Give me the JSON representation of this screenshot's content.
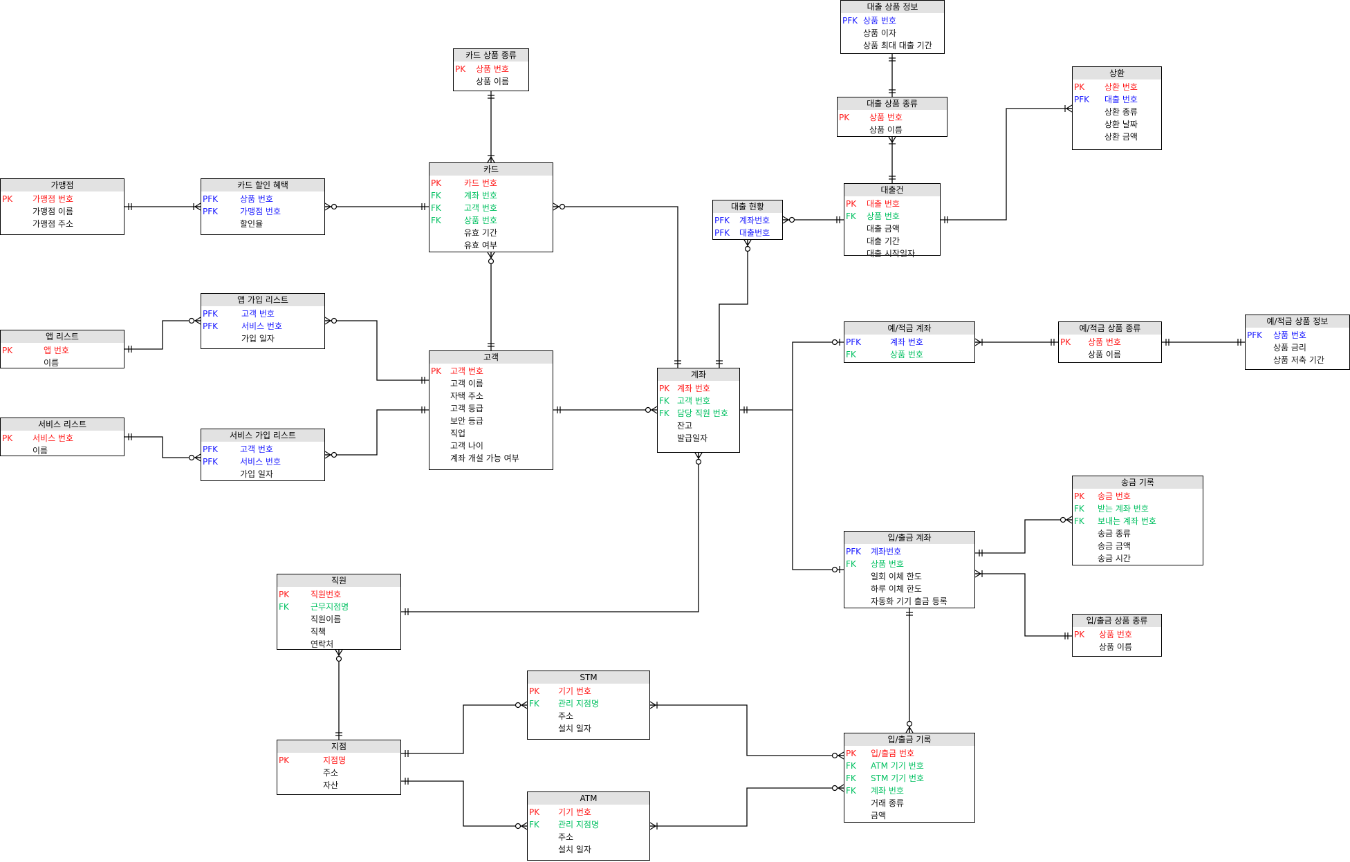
{
  "diagram_title": "",
  "colors": {
    "pk": "#ff1a1a",
    "pfk": "#1a1aff",
    "fk": "#00c060",
    "header_bg": "#e2e2e2",
    "line": "#000000"
  },
  "entities": {
    "franchise": {
      "title": "가맹점",
      "rows": [
        {
          "key": "PK",
          "name": "가맹점 번호"
        },
        {
          "key": "",
          "name": "가맹점 이름"
        },
        {
          "key": "",
          "name": "가맹점 주소"
        }
      ]
    },
    "card_discount": {
      "title": "카드 할인 혜택",
      "rows": [
        {
          "key": "PFK",
          "name": "상품 번호"
        },
        {
          "key": "PFK",
          "name": "가맹점 번호"
        },
        {
          "key": "",
          "name": "할인율"
        }
      ]
    },
    "card_product_type": {
      "title": "카드 상품 종류",
      "rows": [
        {
          "key": "PK",
          "name": "상품 번호"
        },
        {
          "key": "",
          "name": "상품 이름"
        }
      ]
    },
    "card": {
      "title": "카드",
      "rows": [
        {
          "key": "PK",
          "name": "카드 번호"
        },
        {
          "key": "FK",
          "name": "계좌 번호"
        },
        {
          "key": "FK",
          "name": "고객 번호"
        },
        {
          "key": "FK",
          "name": "상품 번호"
        },
        {
          "key": "",
          "name": "유효 기간"
        },
        {
          "key": "",
          "name": "유효 여부"
        }
      ]
    },
    "app_list": {
      "title": "앱 리스트",
      "rows": [
        {
          "key": "PK",
          "name": "앱 번호"
        },
        {
          "key": "",
          "name": "이름"
        }
      ]
    },
    "app_signup": {
      "title": "앱 가입 리스트",
      "rows": [
        {
          "key": "PFK",
          "name": "고객 번호"
        },
        {
          "key": "PFK",
          "name": "서비스 번호"
        },
        {
          "key": "",
          "name": "가입 일자"
        }
      ]
    },
    "service_list": {
      "title": "서비스 리스트",
      "rows": [
        {
          "key": "PK",
          "name": "서비스 번호"
        },
        {
          "key": "",
          "name": "이름"
        }
      ]
    },
    "service_signup": {
      "title": "서비스 가입 리스트",
      "rows": [
        {
          "key": "PFK",
          "name": "고객 번호"
        },
        {
          "key": "PFK",
          "name": "서비스 번호"
        },
        {
          "key": "",
          "name": "가입 일자"
        }
      ]
    },
    "customer": {
      "title": "고객",
      "rows": [
        {
          "key": "PK",
          "name": "고객 번호"
        },
        {
          "key": "",
          "name": "고객 이름"
        },
        {
          "key": "",
          "name": "자택 주소"
        },
        {
          "key": "",
          "name": "고객 등급"
        },
        {
          "key": "",
          "name": "보안 등급"
        },
        {
          "key": "",
          "name": "직업"
        },
        {
          "key": "",
          "name": "고객 나이"
        },
        {
          "key": "",
          "name": "계좌 개설 가능 여부"
        }
      ]
    },
    "account": {
      "title": "계좌",
      "rows": [
        {
          "key": "PK",
          "name": "계좌 번호"
        },
        {
          "key": "FK",
          "name": "고객 번호"
        },
        {
          "key": "FK",
          "name": "담당 직원 번호"
        },
        {
          "key": "",
          "name": "잔고"
        },
        {
          "key": "",
          "name": "발급일자"
        }
      ]
    },
    "loan_status": {
      "title": "대출 현황",
      "rows": [
        {
          "key": "PFK",
          "name": "계좌번호"
        },
        {
          "key": "PFK",
          "name": "대출번호"
        }
      ]
    },
    "loan_product_info": {
      "title": "대출 상품 정보",
      "rows": [
        {
          "key": "PFK",
          "name": "상품 번호"
        },
        {
          "key": "",
          "name": "상품 이자"
        },
        {
          "key": "",
          "name": "상품 최대 대출 기간"
        }
      ]
    },
    "loan_product_type": {
      "title": "대출 상품 종류",
      "rows": [
        {
          "key": "PK",
          "name": "상품 번호"
        },
        {
          "key": "",
          "name": "상품 이름"
        }
      ]
    },
    "loan": {
      "title": "대출건",
      "rows": [
        {
          "key": "PK",
          "name": "대출 번호"
        },
        {
          "key": "FK",
          "name": "상품 번호"
        },
        {
          "key": "",
          "name": "대출 금액"
        },
        {
          "key": "",
          "name": "대출 기간"
        },
        {
          "key": "",
          "name": "대출 시작일자"
        }
      ]
    },
    "repayment": {
      "title": "상환",
      "rows": [
        {
          "key": "PK",
          "name": "상환 번호"
        },
        {
          "key": "PFK",
          "name": "대출 번호"
        },
        {
          "key": "",
          "name": "상환 종류"
        },
        {
          "key": "",
          "name": "상환 날짜"
        },
        {
          "key": "",
          "name": "상환 금액"
        }
      ]
    },
    "savings_account": {
      "title": "예/적금 계좌",
      "rows": [
        {
          "key": "PFK",
          "name": "계좌 번호"
        },
        {
          "key": "FK",
          "name": "상품 번호"
        }
      ]
    },
    "savings_product_type": {
      "title": "예/적금 상품 종류",
      "rows": [
        {
          "key": "PK",
          "name": "상품 번호"
        },
        {
          "key": "",
          "name": "상품 이름"
        }
      ]
    },
    "savings_product_info": {
      "title": "예/적금 상품 정보",
      "rows": [
        {
          "key": "PFK",
          "name": "상품 번호"
        },
        {
          "key": "",
          "name": "상품 금리"
        },
        {
          "key": "",
          "name": "상품 저축 기간"
        }
      ]
    },
    "transfer_record": {
      "title": "송금 기록",
      "rows": [
        {
          "key": "PK",
          "name": "송금 번호"
        },
        {
          "key": "FK",
          "name": "받는 계좌 번호"
        },
        {
          "key": "FK",
          "name": "보내는 계좌 번호"
        },
        {
          "key": "",
          "name": "송금 종류"
        },
        {
          "key": "",
          "name": "송금 금액"
        },
        {
          "key": "",
          "name": "송금 시간"
        }
      ]
    },
    "checking_account": {
      "title": "입/출금 계좌",
      "rows": [
        {
          "key": "PFK",
          "name": "계좌번호"
        },
        {
          "key": "FK",
          "name": "상품 번호"
        },
        {
          "key": "",
          "name": "일회 이체 한도"
        },
        {
          "key": "",
          "name": "하루 이체 한도"
        },
        {
          "key": "",
          "name": "자동화 기기 출금 등록"
        }
      ]
    },
    "checking_product_type": {
      "title": "입/출금 상품 종류",
      "rows": [
        {
          "key": "PK",
          "name": "상품 번호"
        },
        {
          "key": "",
          "name": "상품 이름"
        }
      ]
    },
    "employee": {
      "title": "직원",
      "rows": [
        {
          "key": "PK",
          "name": "직원번호"
        },
        {
          "key": "FK",
          "name": "근무지점명"
        },
        {
          "key": "",
          "name": "직원이름"
        },
        {
          "key": "",
          "name": "직책"
        },
        {
          "key": "",
          "name": "연락처"
        }
      ]
    },
    "branch": {
      "title": "지점",
      "rows": [
        {
          "key": "PK",
          "name": "지점명"
        },
        {
          "key": "",
          "name": "주소"
        },
        {
          "key": "",
          "name": "자산"
        }
      ]
    },
    "stm": {
      "title": "STM",
      "rows": [
        {
          "key": "PK",
          "name": "기기 번호"
        },
        {
          "key": "FK",
          "name": "관리 지점명"
        },
        {
          "key": "",
          "name": "주소"
        },
        {
          "key": "",
          "name": "설치 일자"
        }
      ]
    },
    "atm": {
      "title": "ATM",
      "rows": [
        {
          "key": "PK",
          "name": "기기 번호"
        },
        {
          "key": "FK",
          "name": "관리 지점명"
        },
        {
          "key": "",
          "name": "주소"
        },
        {
          "key": "",
          "name": "설치 일자"
        }
      ]
    },
    "transaction_record": {
      "title": "입/출금 기록",
      "rows": [
        {
          "key": "PK",
          "name": "입/출금 번호"
        },
        {
          "key": "FK",
          "name": "ATM 기기 번호"
        },
        {
          "key": "FK",
          "name": "STM 기기 번호"
        },
        {
          "key": "FK",
          "name": "계좌 번호"
        },
        {
          "key": "",
          "name": "거래 종류"
        },
        {
          "key": "",
          "name": "금액"
        }
      ]
    }
  },
  "relationships": [
    {
      "from": "franchise",
      "to": "card_discount",
      "from_end": "one-and-only-one",
      "to_end": "one-or-many"
    },
    {
      "from": "card_discount",
      "to": "card",
      "from_end": "zero-or-many",
      "to_end": "one-and-only-one"
    },
    {
      "from": "card_product_type",
      "to": "card",
      "from_end": "one-and-only-one",
      "to_end": "one-or-many"
    },
    {
      "from": "card",
      "to": "account",
      "from_end": "zero-or-many",
      "to_end": "one-and-only-one"
    },
    {
      "from": "card",
      "to": "customer",
      "from_end": "zero-or-many",
      "to_end": "one-and-only-one"
    },
    {
      "from": "app_list",
      "to": "app_signup",
      "from_end": "one-and-only-one",
      "to_end": "zero-or-many"
    },
    {
      "from": "app_signup",
      "to": "customer",
      "from_end": "zero-or-many",
      "to_end": "one-and-only-one"
    },
    {
      "from": "service_list",
      "to": "service_signup",
      "from_end": "one-and-only-one",
      "to_end": "zero-or-many"
    },
    {
      "from": "service_signup",
      "to": "customer",
      "from_end": "zero-or-many",
      "to_end": "one-and-only-one"
    },
    {
      "from": "customer",
      "to": "account",
      "from_end": "one-and-only-one",
      "to_end": "zero-or-many"
    },
    {
      "from": "loan_status",
      "to": "account",
      "from_end": "zero-or-many",
      "to_end": "one-and-only-one"
    },
    {
      "from": "loan_status",
      "to": "loan",
      "from_end": "zero-or-many",
      "to_end": "one-and-only-one"
    },
    {
      "from": "loan_product_info",
      "to": "loan_product_type",
      "from_end": "one-and-only-one",
      "to_end": "one-and-only-one"
    },
    {
      "from": "loan_product_type",
      "to": "loan",
      "from_end": "one-or-many",
      "to_end": "one-and-only-one"
    },
    {
      "from": "loan",
      "to": "repayment",
      "from_end": "one-and-only-one",
      "to_end": "one-or-many"
    },
    {
      "from": "account",
      "to": "savings_account",
      "from_end": "one-and-only-one",
      "to_end": "zero-or-one"
    },
    {
      "from": "account",
      "to": "checking_account",
      "from_end": "one-and-only-one",
      "to_end": "zero-or-one"
    },
    {
      "from": "savings_account",
      "to": "savings_product_type",
      "from_end": "one-or-many",
      "to_end": "one-and-only-one"
    },
    {
      "from": "savings_product_type",
      "to": "savings_product_info",
      "from_end": "one-and-only-one",
      "to_end": "one-and-only-one"
    },
    {
      "from": "checking_account",
      "to": "transfer_record",
      "from_end": "one-and-only-one",
      "to_end": "zero-or-many"
    },
    {
      "from": "checking_account",
      "to": "checking_product_type",
      "from_end": "one-or-many",
      "to_end": "one-and-only-one"
    },
    {
      "from": "checking_account",
      "to": "transaction_record",
      "from_end": "one-and-only-one",
      "to_end": "zero-or-many"
    },
    {
      "from": "account",
      "to": "employee",
      "from_end": "zero-or-many",
      "to_end": "one-and-only-one"
    },
    {
      "from": "employee",
      "to": "branch",
      "from_end": "zero-or-many",
      "to_end": "one-and-only-one"
    },
    {
      "from": "branch",
      "to": "stm",
      "from_end": "one-and-only-one",
      "to_end": "zero-or-many"
    },
    {
      "from": "branch",
      "to": "atm",
      "from_end": "one-and-only-one",
      "to_end": "zero-or-many"
    },
    {
      "from": "stm",
      "to": "transaction_record",
      "from_end": "one-or-many",
      "to_end": "zero-or-many"
    },
    {
      "from": "atm",
      "to": "transaction_record",
      "from_end": "one-or-many",
      "to_end": "zero-or-many"
    }
  ]
}
